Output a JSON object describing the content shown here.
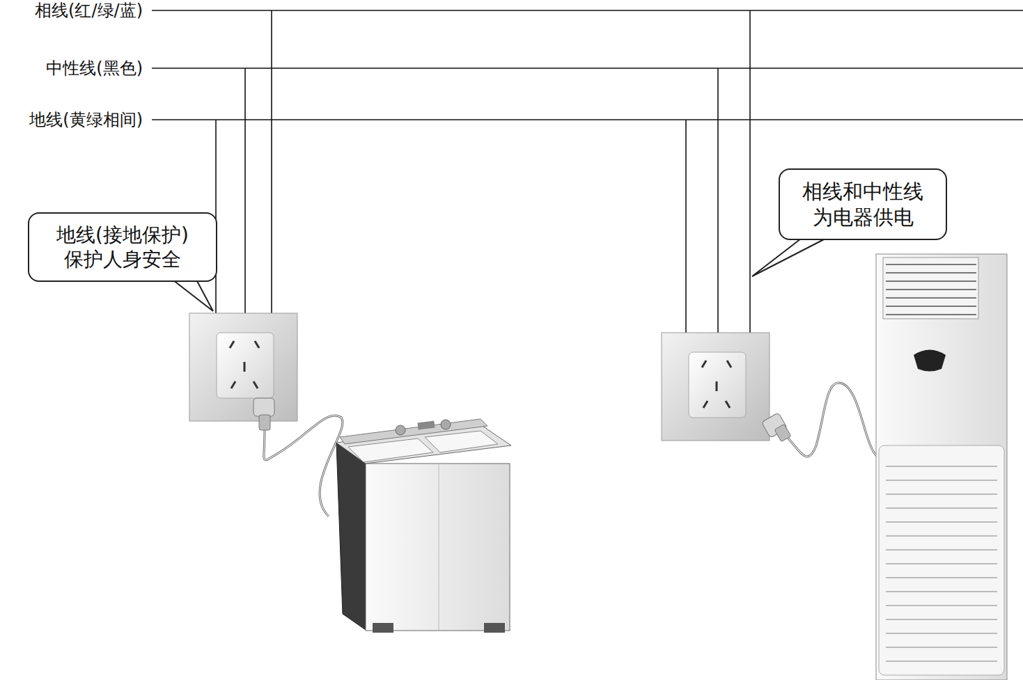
{
  "diagram": {
    "nodes": [
      {
        "text": [
          "地线(接地保护) 保护人身安全"
        ]
      },
      {
        "text": [
          "相线和中性线 为电器供电"
        ]
      }
    ],
    "labels": [
      "相线(红/绿/蓝)",
      "中性线(黑色)",
      "地线(黄绿相间)"
    ]
  }
}
